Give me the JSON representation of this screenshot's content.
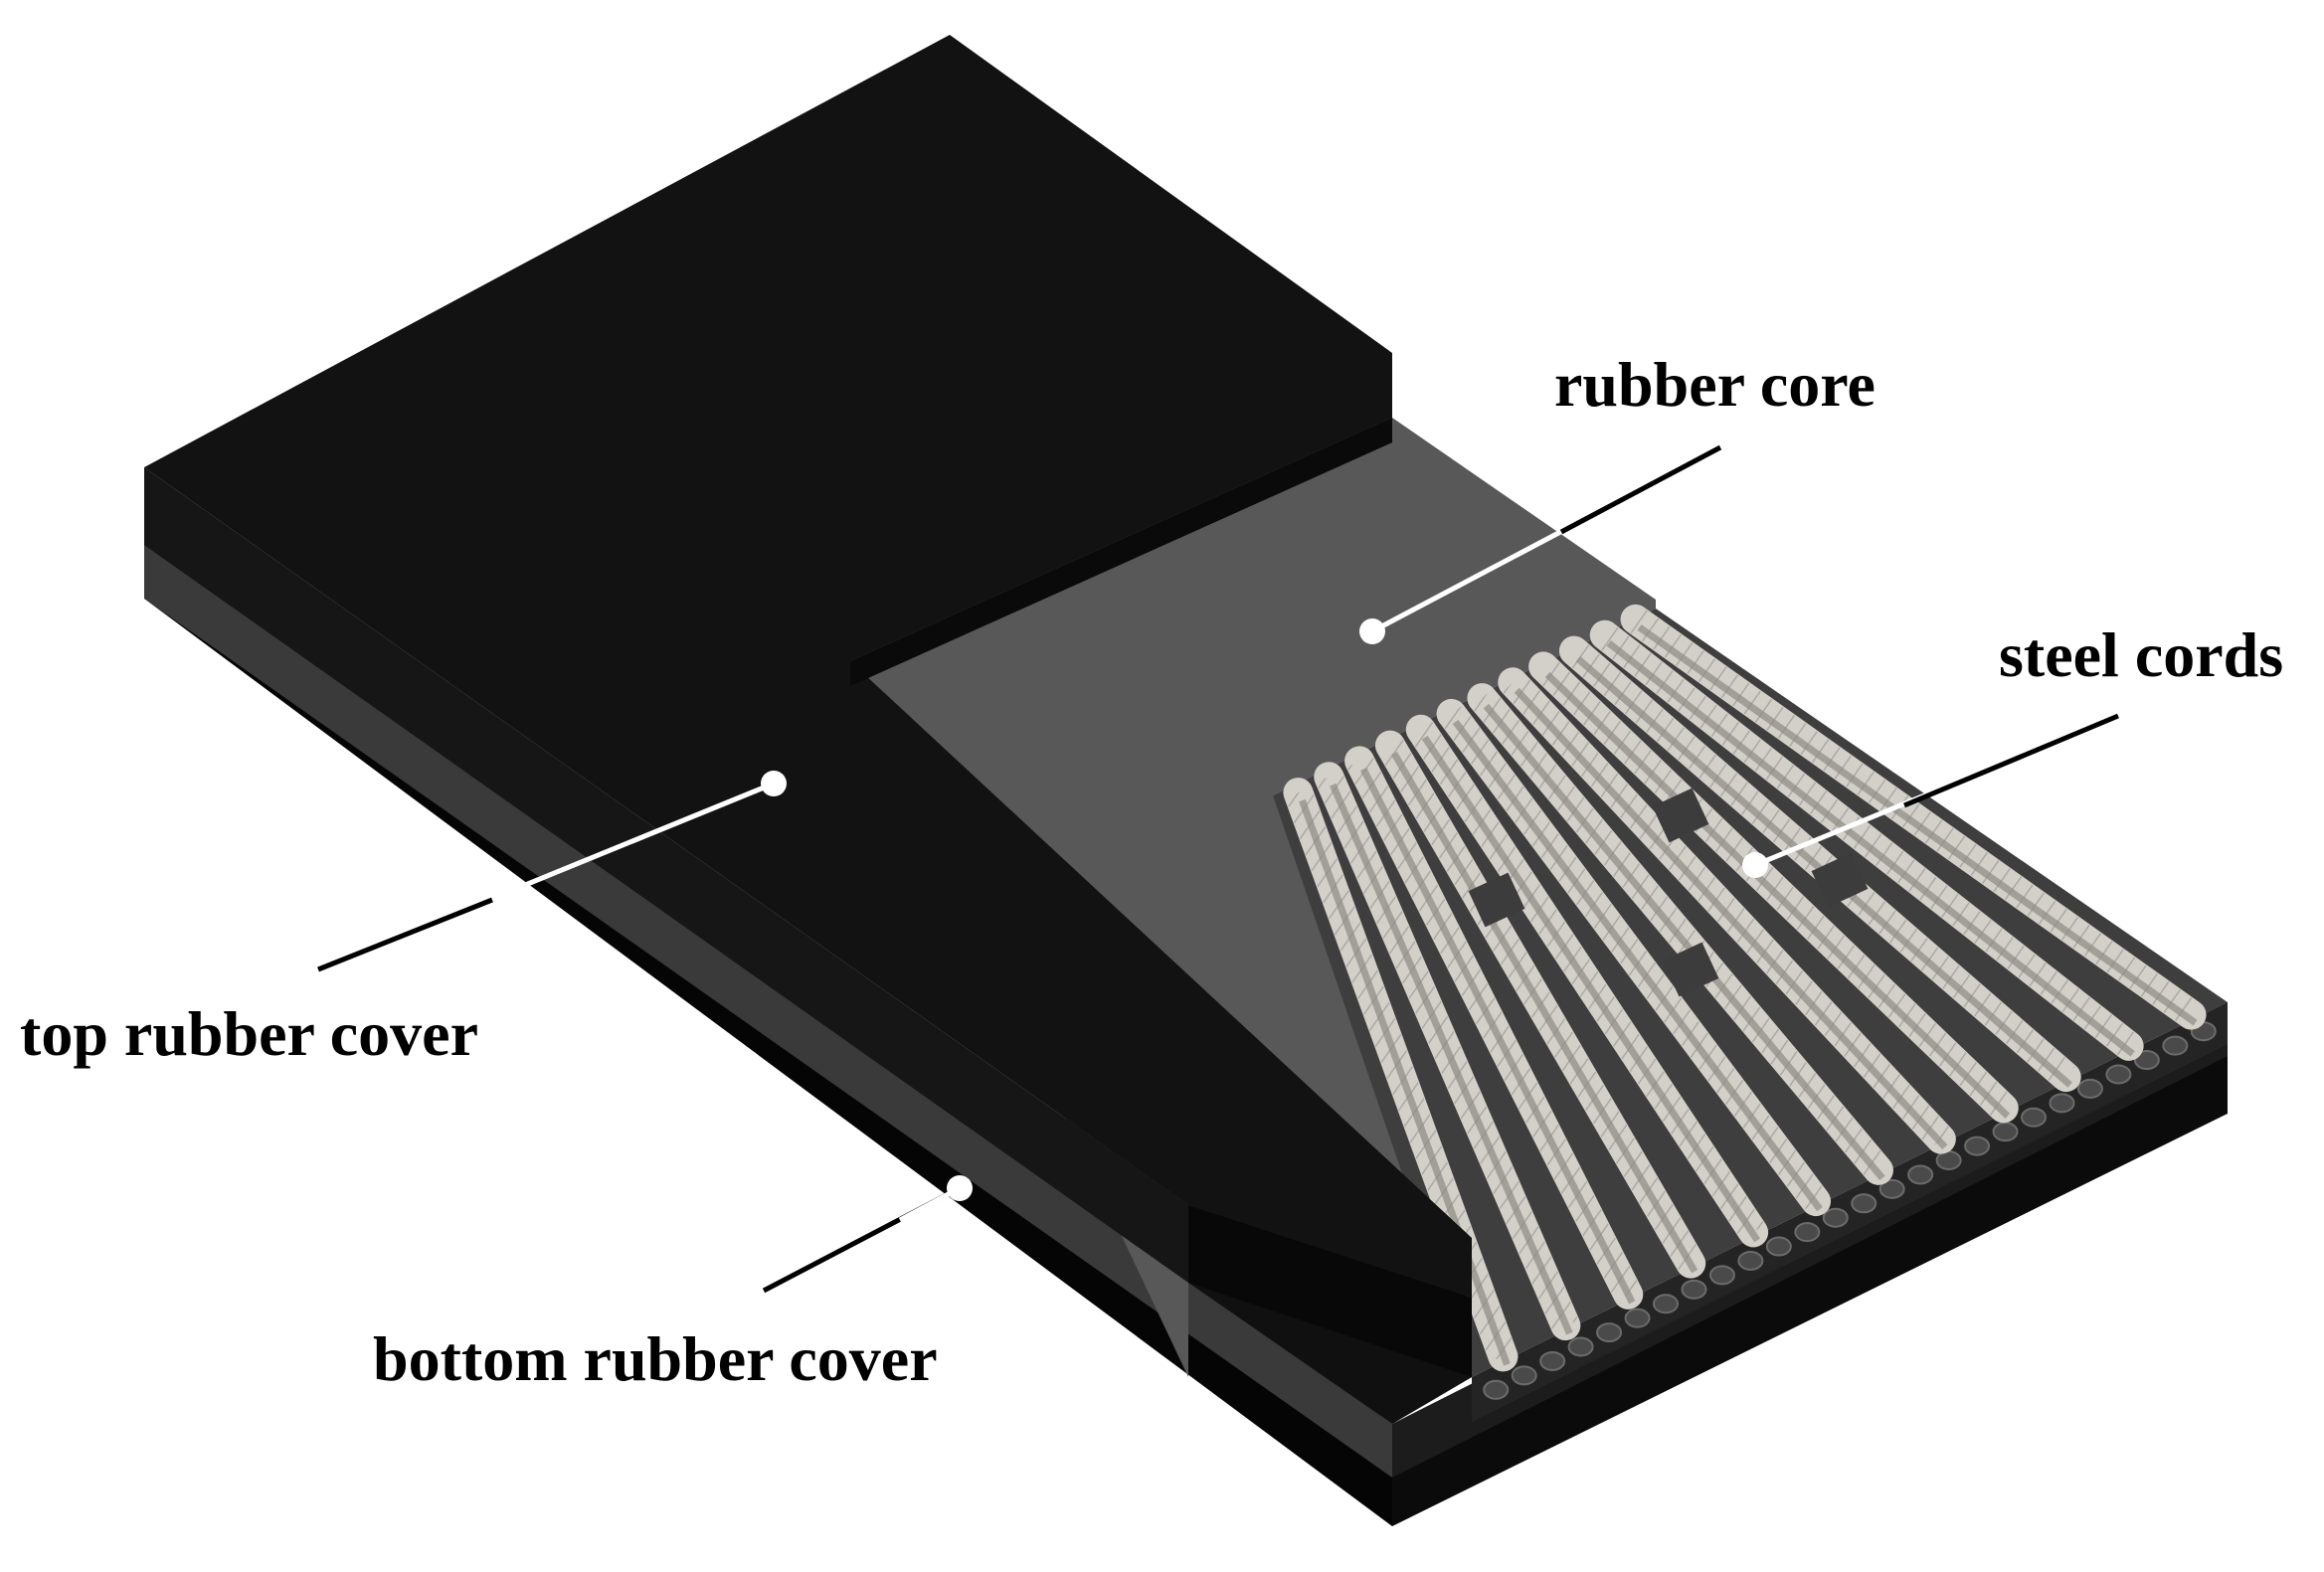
{
  "labels": {
    "rubber_core": "rubber core",
    "steel_cords": "steel cords",
    "top_rubber_cover": "top rubber cover",
    "bottom_rubber_cover": "bottom rubber cover"
  },
  "colors": {
    "background": "#ffffff",
    "top_cover": "#141414",
    "bottom_cover": "#060606",
    "rubber_core": "#575757",
    "steel_cord": "#d2cec8",
    "leader_on_dark": "#ffffff",
    "leader_on_light": "#000000"
  }
}
